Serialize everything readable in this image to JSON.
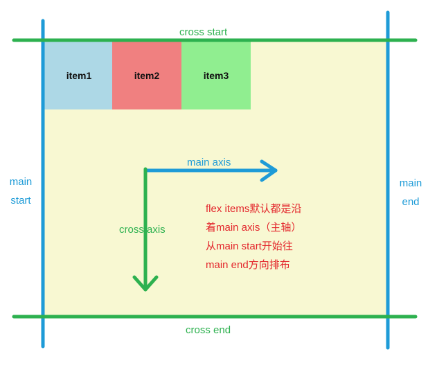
{
  "colors": {
    "container_bg": "#f8f8d2",
    "main_line": "#1e9bd7",
    "cross_line": "#2db14f",
    "note_text": "#e3262c",
    "item1_bg": "#add8e6",
    "item2_bg": "#f08080",
    "item3_bg": "#90ee90"
  },
  "items": [
    "item1",
    "item2",
    "item3"
  ],
  "labels": {
    "cross_start": "cross start",
    "cross_end": "cross end",
    "main_start_line1": "main",
    "main_start_line2": "start",
    "main_end_line1": "main",
    "main_end_line2": "end",
    "main_axis": "main axis",
    "cross_axis": "cross axis"
  },
  "note": [
    "flex items默认都是沿",
    "着main axis（主轴）",
    "从main start开始往",
    "main end方向排布"
  ]
}
